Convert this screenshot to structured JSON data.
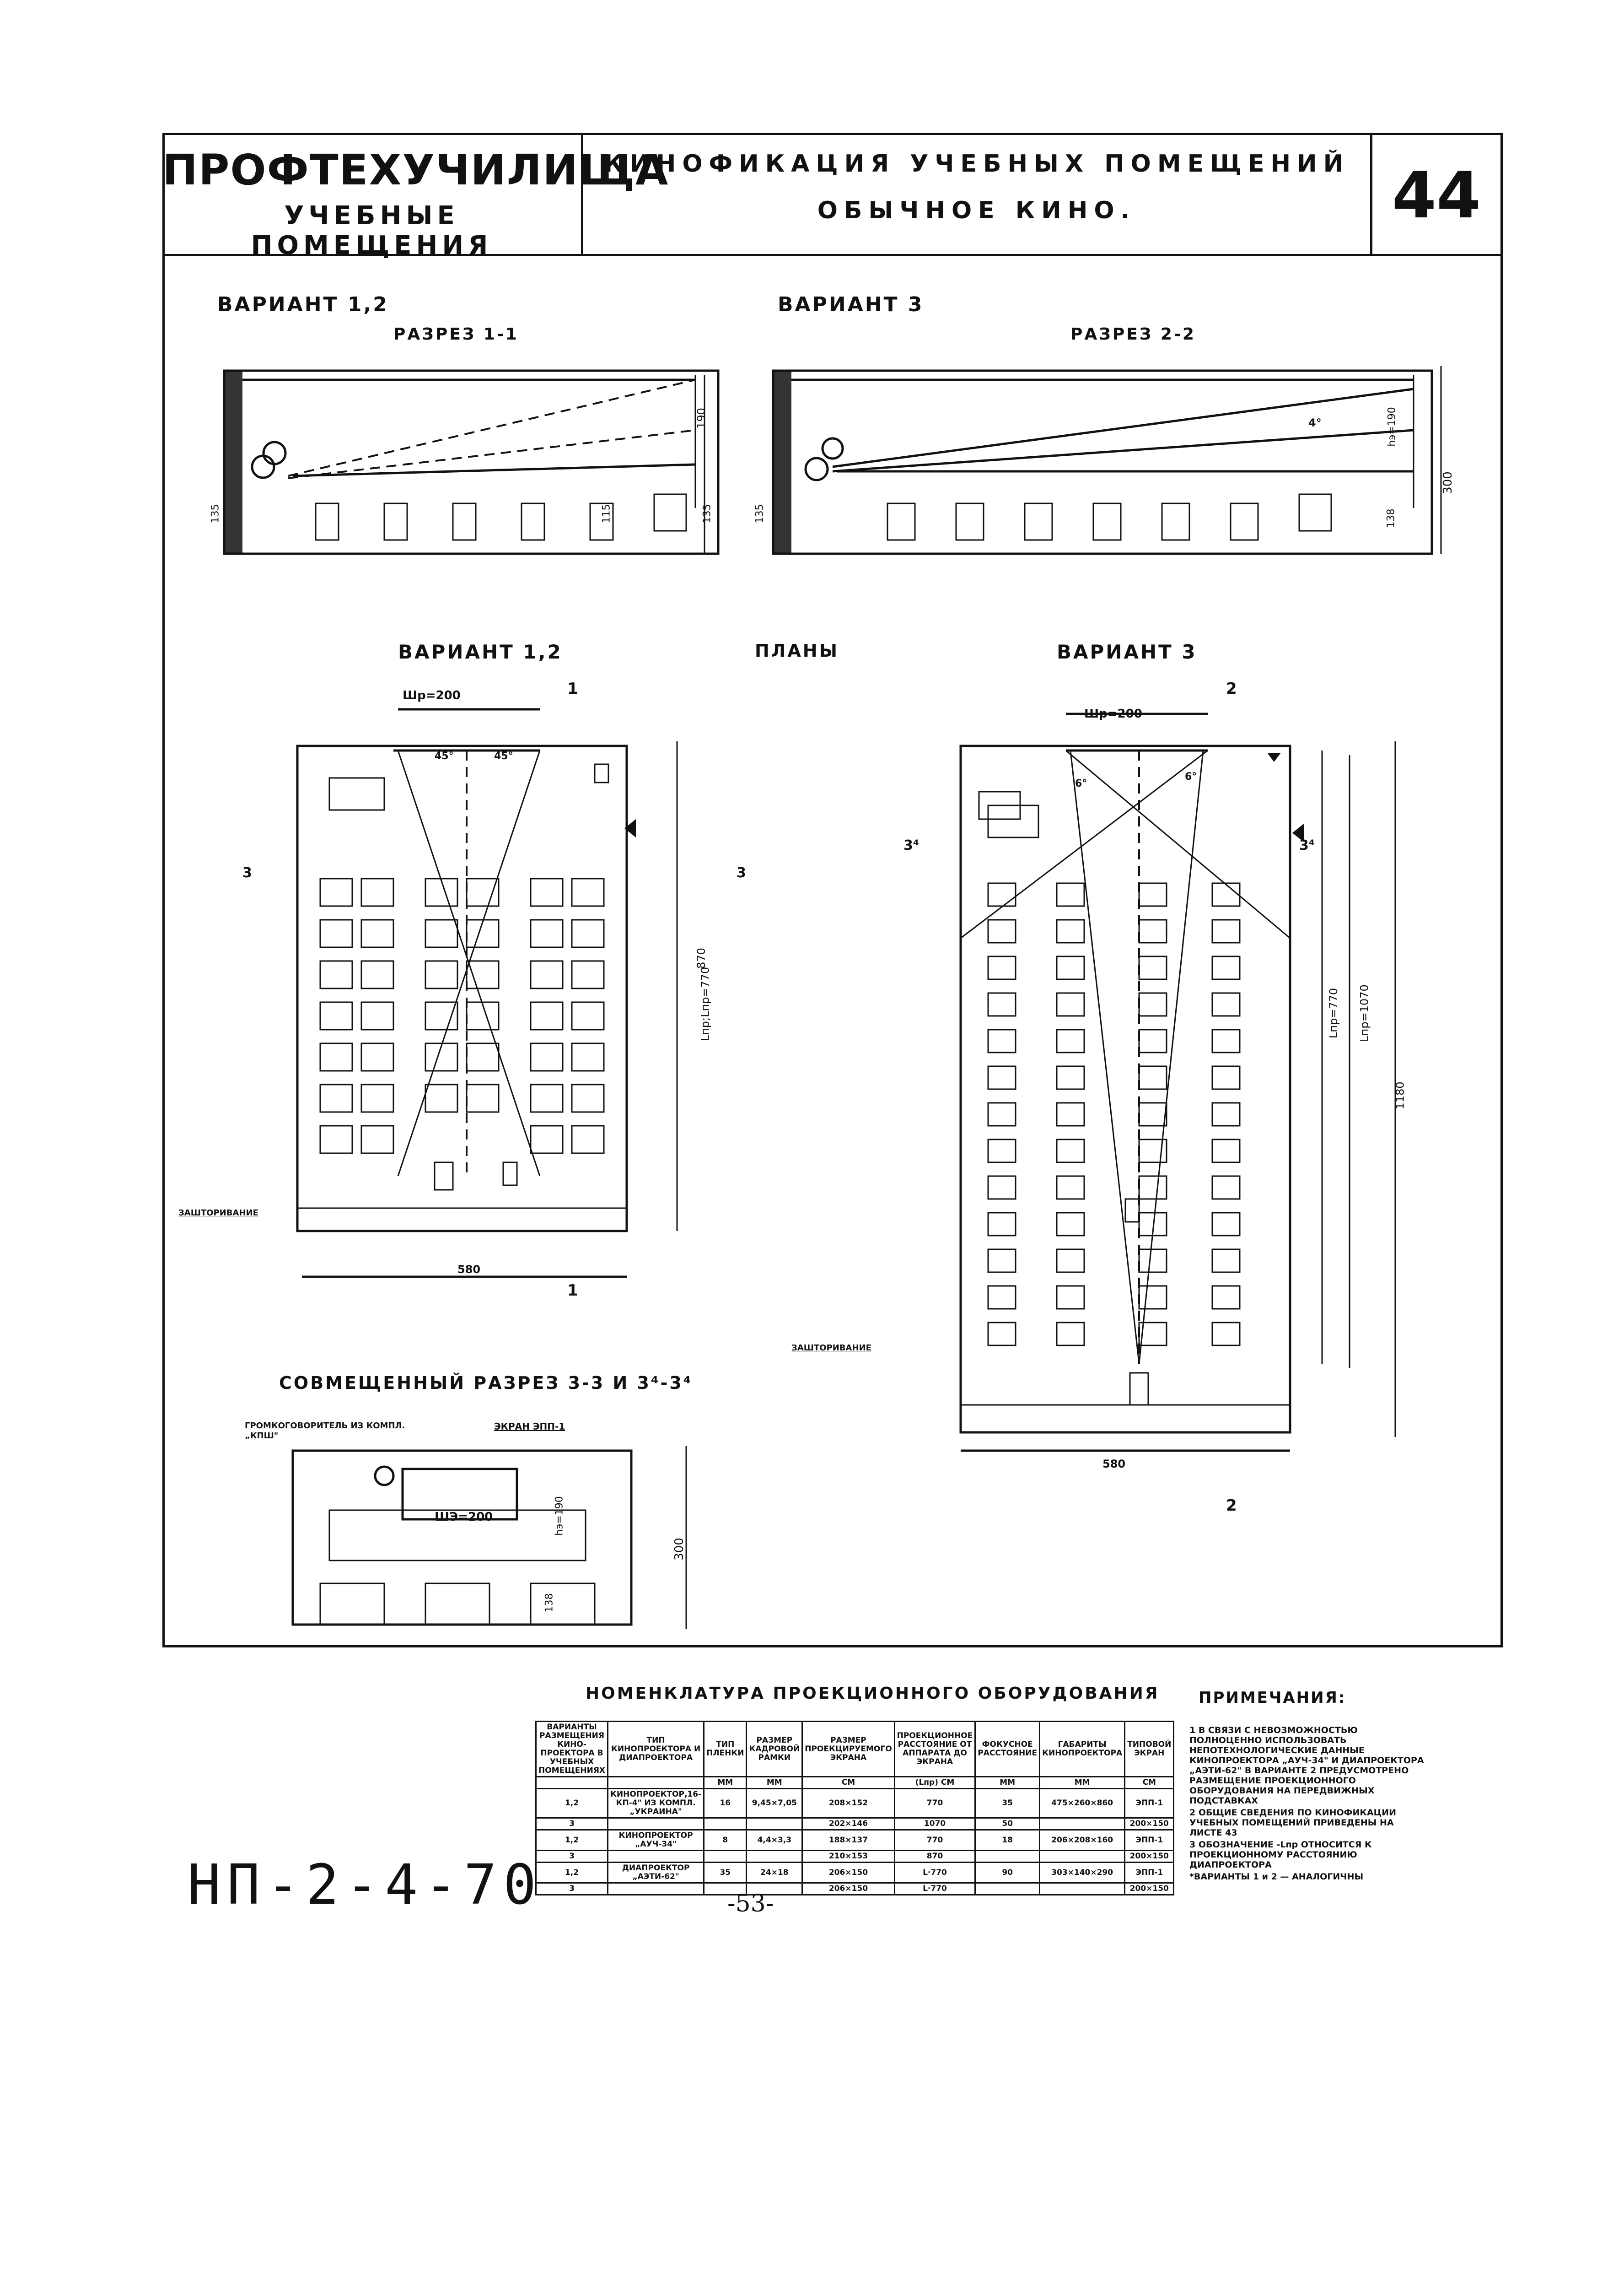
{
  "header": {
    "title_main": "ПРОФТЕХУЧИЛИЩА",
    "title_sub": "УЧЕБНЫЕ ПОМЕЩЕНИЯ",
    "subject_line1": "КИНОФИКАЦИЯ УЧЕБНЫХ ПОМЕЩЕНИЙ",
    "subject_line2": "ОБЫЧНОЕ КИНО.",
    "sheet_number": "44"
  },
  "sections": {
    "variant_12_top": "ВАРИАНТ 1,2",
    "section_11": "РАЗРЕЗ 1-1",
    "variant_3_top": "ВАРИАНТ 3",
    "section_22": "РАЗРЕЗ 2-2",
    "plans": "ПЛАНЫ",
    "variant_12_plan": "ВАРИАНТ 1,2",
    "variant_3_plan": "ВАРИАНТ 3",
    "combined_section": "СОВМЕЩЕННЫЙ РАЗРЕЗ 3-3 И 3⁴-3⁴"
  },
  "dimensions": {
    "d135": "135",
    "d115": "115",
    "d190": "190",
    "d300": "300",
    "h_190": "hэ=190",
    "deg4": "4°",
    "d138": "138",
    "wr200": "Шр=200",
    "wr200b": "Шр=200",
    "we200": "ШЭ=200",
    "l770": "Lпр;Lпр=770",
    "d870": "870",
    "l770b": "Lпр=770",
    "l1070": "Lпр=1070",
    "d1180": "1180",
    "d580": "580",
    "d580b": "580",
    "deg45a": "45°",
    "deg45b": "45°",
    "deg6a": "6°",
    "deg6b": "6°",
    "mark_1": "1",
    "mark_2": "2",
    "mark_3": "3",
    "mark_34": "3⁴"
  },
  "annotations": {
    "curtain": "ЗАШТОРИВАНИЕ",
    "curtain_b": "ЗАШТОРИВАНИЕ",
    "speaker": "ГРОМКОГОВОРИТЕЛЬ ИЗ КОМПЛ.„КПШ\"",
    "screen": "ЭКРАН ЭПП-1"
  },
  "table": {
    "title": "НОМЕНКЛАТУРА ПРОЕКЦИОННОГО ОБОРУДОВАНИЯ",
    "headers": [
      "ВАРИАНТЫ РАЗМЕЩЕНИЯ КИНО-ПРОЕКТОРА В УЧЕБНЫХ ПОМЕЩЕНИЯХ",
      "ТИП КИНОПРОЕКТОРА И ДИАПРОЕКТОРА",
      "ТИП ПЛЕНКИ",
      "РАЗМЕР КАДРОВОЙ РАМКИ",
      "РАЗМЕР ПРОЕКЦИРУЕМОГО ЭКРАНА",
      "ПРОЕКЦИОННОЕ РАССТОЯНИЕ ОТ АППАРАТА ДО ЭКРАНА",
      "ФОКУСНОЕ РАССТОЯНИЕ",
      "ГАБАРИТЫ КИНОПРОЕКТОРА",
      "ТИПОВОЙ ЭКРАН"
    ],
    "units": [
      "",
      "",
      "ММ",
      "ММ",
      "СМ",
      "(Lпр) СМ",
      "ММ",
      "ММ",
      "СМ"
    ],
    "rows": [
      {
        "variant": "1,2",
        "type": "КИНОПРОЕКТОР,16-КП-4\" ИЗ КОМПЛ.„УКРАИНА\"",
        "film": "16",
        "frame": "9,45×7,05",
        "screen": "208×152",
        "dist": "770",
        "focus": "35",
        "size": "475×260×860",
        "std": "ЭПП-1"
      },
      {
        "variant": "3",
        "type": "",
        "film": "",
        "frame": "",
        "screen": "202×146",
        "dist": "1070",
        "focus": "50",
        "size": "",
        "std": "200×150"
      },
      {
        "variant": "1,2",
        "type": "КИНОПРОЕКТОР „АУЧ-34\"",
        "film": "8",
        "frame": "4,4×3,3",
        "screen": "188×137",
        "dist": "770",
        "focus": "18",
        "size": "206×208×160",
        "std": "ЭПП-1"
      },
      {
        "variant": "3",
        "type": "",
        "film": "",
        "frame": "",
        "screen": "210×153",
        "dist": "870",
        "focus": "",
        "size": "",
        "std": "200×150"
      },
      {
        "variant": "1,2",
        "type": "ДИАПРОЕКТОР „АЭТИ-62\"",
        "film": "35",
        "frame": "24×18",
        "screen": "206×150",
        "dist": "L·770",
        "focus": "90",
        "size": "303×140×290",
        "std": "ЭПП-1"
      },
      {
        "variant": "3",
        "type": "",
        "film": "",
        "frame": "",
        "screen": "206×150",
        "dist": "L·770",
        "focus": "",
        "size": "",
        "std": "200×150"
      }
    ]
  },
  "notes": {
    "title": "ПРИМЕЧАНИЯ:",
    "n1": "1 В СВЯЗИ С НЕВОЗМОЖНОСТЬЮ ПОЛНОЦЕННО ИСПОЛЬЗОВАТЬ НЕПОТЕХНОЛОГИЧЕСКИЕ ДАННЫЕ КИНОПРОЕКТОРА „АУЧ-34\" И ДИАПРОЕКТОРА „АЭТИ-62\" В ВАРИАНТЕ 2 ПРЕДУСМОТРЕНО РАЗМЕЩЕНИЕ ПРОЕКЦИОННОГО ОБОРУДОВАНИЯ НА ПЕРЕДВИЖНЫХ ПОДСТАВКАХ",
    "n2": "2 ОБЩИЕ СВЕДЕНИЯ ПО КИНОФИКАЦИИ УЧЕБНЫХ ПОМЕЩЕНИЙ ПРИВЕДЕНЫ НА ЛИСТЕ 43",
    "n3": "3 ОБОЗНАЧЕНИЕ -Lпр ОТНОСИТСЯ К ПРОЕКЦИОННОМУ РАССТОЯНИЮ ДИАПРОЕКТОРА",
    "n4": "*ВАРИАНТЫ 1 и 2 — АНАЛОГИЧНЫ"
  },
  "footer": {
    "code": "НП-2-4-70",
    "page": "-53-"
  }
}
